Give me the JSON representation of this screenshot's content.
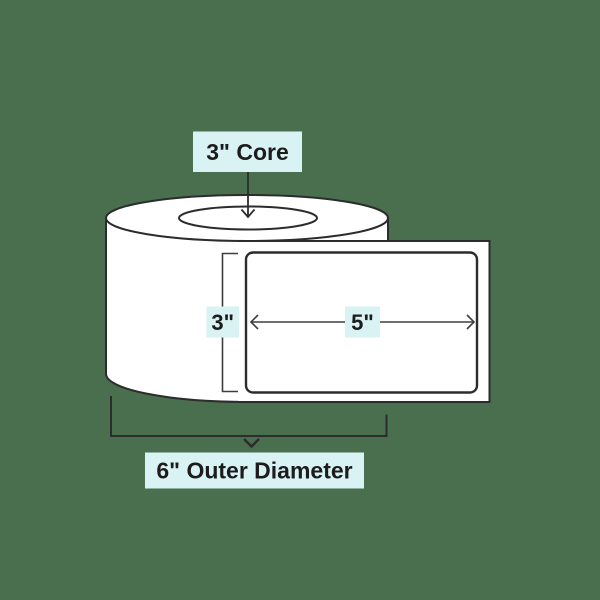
{
  "scene": {
    "background_color": "#4A6F4F",
    "shape_fill_color": "#FFFFFF",
    "outline_color": "#2C2C2C",
    "dimension_line_color": "#3E3E3E",
    "callout_bg_color": "#D9F3F4",
    "text_color": "#1C1C1C"
  },
  "callouts": {
    "core": "3\" Core",
    "label_height": "3\"",
    "label_width": "5\"",
    "outer_diameter": "6\" Outer Diameter"
  }
}
